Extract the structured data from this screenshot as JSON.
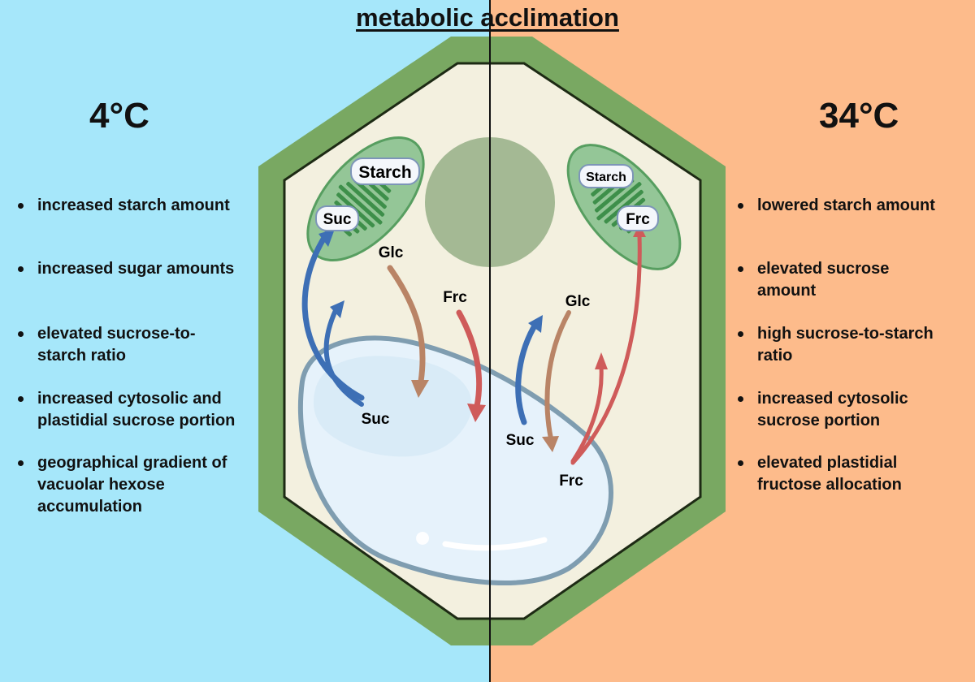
{
  "title": "metabolic acclimation",
  "colors": {
    "cold_bg": "#a6e7fa",
    "warm_bg": "#fdbb8b",
    "cell_wall": "#79a862",
    "cytoplasm": "#f3f0df",
    "nucleus": "#a4b994",
    "chloroplast": "#8fc494",
    "thylakoid": "#3e8f4a",
    "vacuole": "#e6f2fb",
    "sucrose_arrow": "#3d6fb5",
    "glucose_arrow": "#b98466",
    "fructose_arrow": "#cf5b5a"
  },
  "left": {
    "temperature": "4°C",
    "bullets": [
      "increased starch amount",
      "increased sugar amounts",
      "elevated sucrose-to-\nstarch ratio",
      "increased cytosolic and\nplastidial sucrose portion",
      "geographical gradient of\nvacuolar hexose\naccumulation"
    ]
  },
  "right": {
    "temperature": "34°C",
    "bullets": [
      "lowered starch amount",
      "elevated sucrose\namount",
      "high sucrose-to-starch\nratio",
      "increased cytosolic\nsucrose portion",
      "elevated plastidial\nfructose allocation"
    ]
  },
  "cell_labels": {
    "left_chloroplast_starch": "Starch",
    "left_chloroplast_sucrose": "Suc",
    "left_glucose": "Glc",
    "left_fructose": "Frc",
    "left_vacuole_sucrose": "Suc",
    "right_chloroplast_starch": "Starch",
    "right_chloroplast_fructose": "Frc",
    "right_glucose": "Glc",
    "right_vacuole_sucrose": "Suc",
    "right_vacuole_fructose": "Frc"
  }
}
